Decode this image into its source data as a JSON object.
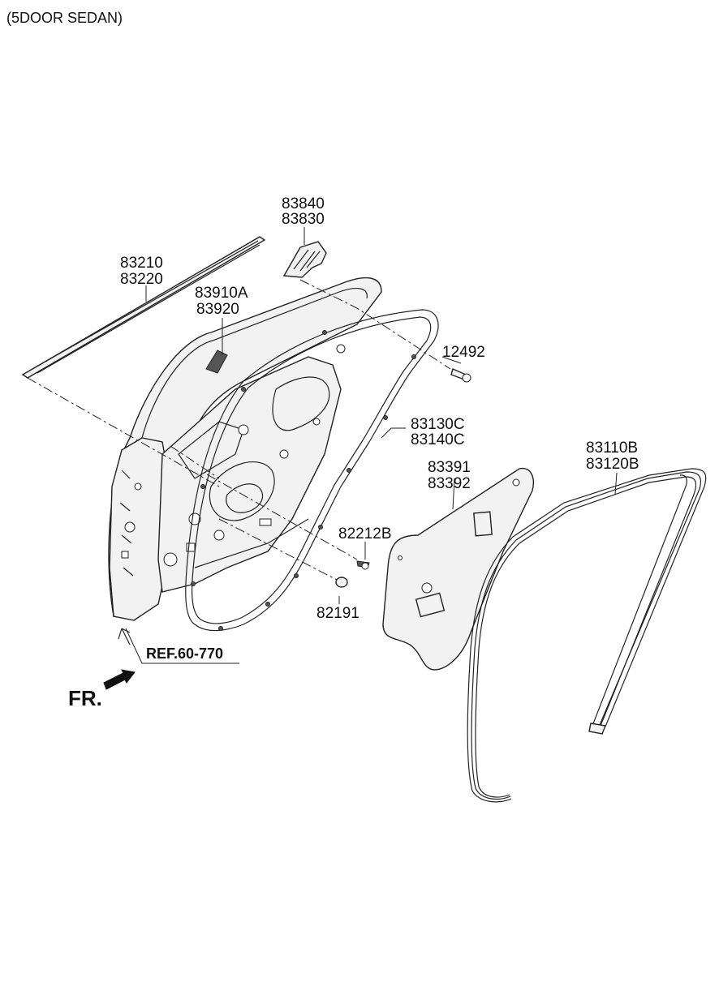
{
  "title": "(5DOOR SEDAN)",
  "part_labels": {
    "p83840": "83840",
    "p83830": "83830",
    "p83210": "83210",
    "p83220": "83220",
    "p83910A": "83910A",
    "p83920": "83920",
    "p12492": "12492",
    "p83130C": "83130C",
    "p83140C": "83140C",
    "p83110B": "83110B",
    "p83120B": "83120B",
    "p83391": "83391",
    "p83392": "83392",
    "p82212B": "82212B",
    "p82191": "82191"
  },
  "reference": "REF.60-770",
  "direction": "FR."
}
